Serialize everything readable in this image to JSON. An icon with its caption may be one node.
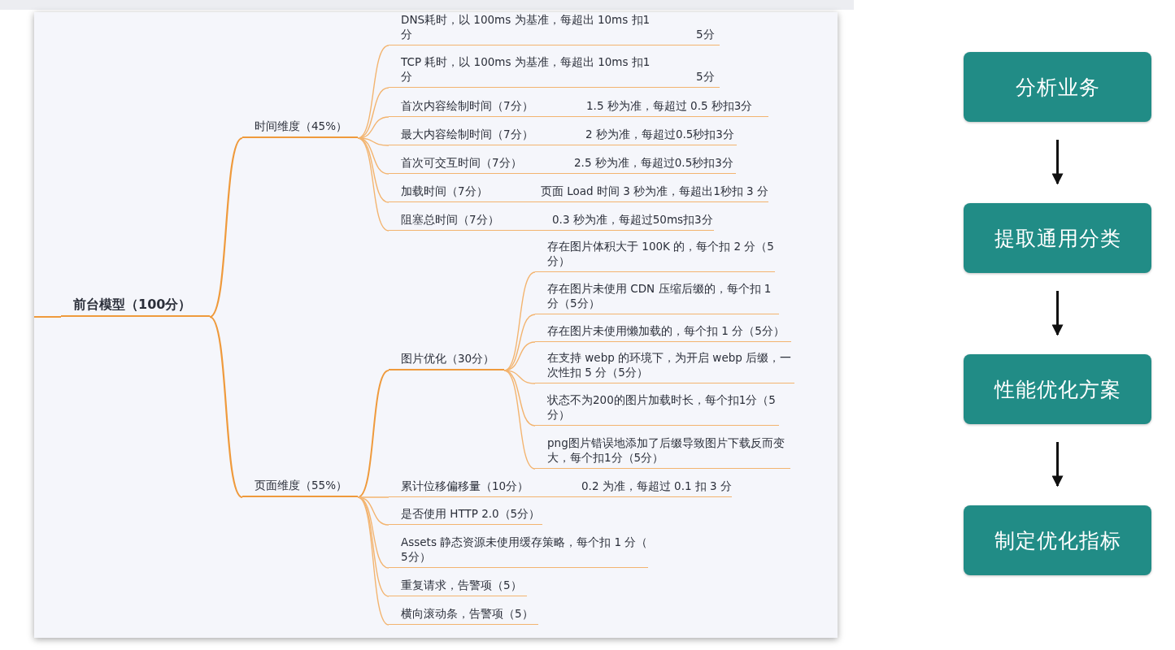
{
  "diagram": {
    "nodes": [
      {
        "text": [
          "前台模型（100分）"
        ]
      },
      {
        "text": [
          "时间维度（45%）"
        ]
      },
      {
        "text": [
          "DNS耗时，以 100ms 为基准，每超出 10ms 扣1 分",
          "5分"
        ]
      },
      {
        "text": [
          "TCP 耗时，以 100ms 为基准，每超出 10ms 扣1 分",
          "5分"
        ]
      },
      {
        "text": [
          "首次内容绘制时间（7分）",
          "1.5 秒为准，每超过 0.5 秒扣3分"
        ]
      },
      {
        "text": [
          "最大内容绘制时间（7分）",
          "2 秒为准，每超过0.5秒扣3分"
        ]
      },
      {
        "text": [
          "首次可交互时间（7分）",
          "2.5 秒为准，每超过0.5秒扣3分"
        ]
      },
      {
        "text": [
          "加载时间（7分）",
          "页面 Load 时间 3 秒为准，每超出1秒扣 3 分"
        ]
      },
      {
        "text": [
          "阻塞总时间（7分）",
          "0.3 秒为准，每超过50ms扣3分"
        ]
      },
      {
        "text": [
          "页面维度（55%）"
        ]
      },
      {
        "text": [
          "图片优化（30分）"
        ]
      },
      {
        "text": [
          "存在图片体积大于 100K 的，每个扣 2 分（5 分）"
        ]
      },
      {
        "text": [
          "存在图片未使用 CDN 压缩后缀的，每个扣 1 分（5分）"
        ]
      },
      {
        "text": [
          "存在图片未使用懒加载的，每个扣 1 分（5分）"
        ]
      },
      {
        "text": [
          "在支持 webp 的环境下，为开启 webp 后缀，一次性扣 5 分（5分）"
        ]
      },
      {
        "text": [
          "状态不为200的图片加载时长，每个扣1分（5 分）"
        ]
      },
      {
        "text": [
          "png图片错误地添加了后缀导致图片下载反而变大，每个扣1分（5分）"
        ]
      },
      {
        "text": [
          "累计位移偏移量（10分）",
          "0.2 为准，每超过 0.1 扣 3 分"
        ]
      },
      {
        "text": [
          "是否使用 HTTP 2.0（5分）"
        ]
      },
      {
        "text": [
          "Assets 静态资源未使用缓存策略，每个扣 1 分（ 5分）"
        ]
      },
      {
        "text": [
          "重复请求，告警项（5）"
        ]
      },
      {
        "text": [
          "横向滚动条，告警项（5）"
        ]
      },
      {
        "text": [
          "分析业务"
        ]
      },
      {
        "text": [
          "提取通用分类"
        ]
      },
      {
        "text": [
          "性能优化方案"
        ]
      },
      {
        "text": [
          "制定优化指标"
        ]
      }
    ],
    "edges": [
      {
        "from": null,
        "to": 0,
        "arrow": "none"
      },
      {
        "from": 0,
        "to": 1,
        "arrow": "none"
      },
      {
        "from": 1,
        "to": 2,
        "arrow": "none"
      },
      {
        "from": 1,
        "to": 3,
        "arrow": "none"
      },
      {
        "from": 1,
        "to": 4,
        "arrow": "none"
      },
      {
        "from": 1,
        "to": 5,
        "arrow": "none"
      },
      {
        "from": 1,
        "to": 6,
        "arrow": "none"
      },
      {
        "from": 1,
        "to": 7,
        "arrow": "none"
      },
      {
        "from": 1,
        "to": 8,
        "arrow": "none"
      },
      {
        "from": 0,
        "to": 9,
        "arrow": "none"
      },
      {
        "from": 9,
        "to": 10,
        "arrow": "none"
      },
      {
        "from": 10,
        "to": 11,
        "arrow": "none"
      },
      {
        "from": 10,
        "to": 12,
        "arrow": "none"
      },
      {
        "from": 10,
        "to": 13,
        "arrow": "none"
      },
      {
        "from": 10,
        "to": 14,
        "arrow": "none"
      },
      {
        "from": 10,
        "to": 15,
        "arrow": "none"
      },
      {
        "from": 10,
        "to": 16,
        "arrow": "none"
      },
      {
        "from": 9,
        "to": 17,
        "arrow": "none"
      },
      {
        "from": 9,
        "to": 18,
        "arrow": "none"
      },
      {
        "from": 9,
        "to": 19,
        "arrow": "none"
      },
      {
        "from": 9,
        "to": 20,
        "arrow": "none"
      },
      {
        "from": 9,
        "to": 21,
        "arrow": "none"
      },
      {
        "from": 22,
        "to": 23,
        "arrow": "to",
        "color": "#111111"
      },
      {
        "from": 23,
        "to": 24,
        "arrow": "to",
        "color": "#111111"
      },
      {
        "from": 24,
        "to": 25,
        "arrow": "to",
        "color": "#111111"
      }
    ]
  }
}
